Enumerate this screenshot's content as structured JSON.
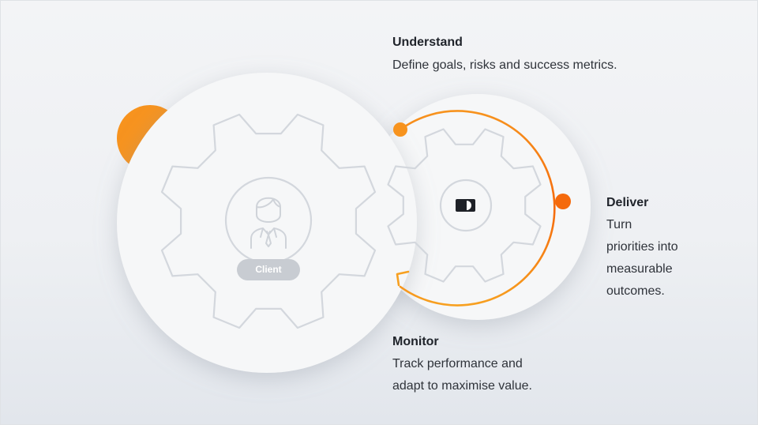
{
  "steps": {
    "understand": {
      "title": "Understand",
      "text": "Define goals, risks and success metrics."
    },
    "deliver": {
      "title": "Deliver",
      "lines": [
        "Turn",
        "priorities into",
        "measurable",
        "outcomes."
      ]
    },
    "monitor": {
      "title": "Monitor",
      "lines": [
        "Track performance and",
        "adapt to maximise value."
      ]
    }
  },
  "client_label": "Client",
  "icons": {
    "client": "business-person-icon",
    "brand": "brand-logo-icon",
    "arrow": "cycle-arrow-icon"
  },
  "colors": {
    "accent_orange": "#f7931e",
    "accent_deep": "#f56a0c",
    "gear_outline": "#d3d7dd",
    "pill": "#c8ccd2"
  }
}
